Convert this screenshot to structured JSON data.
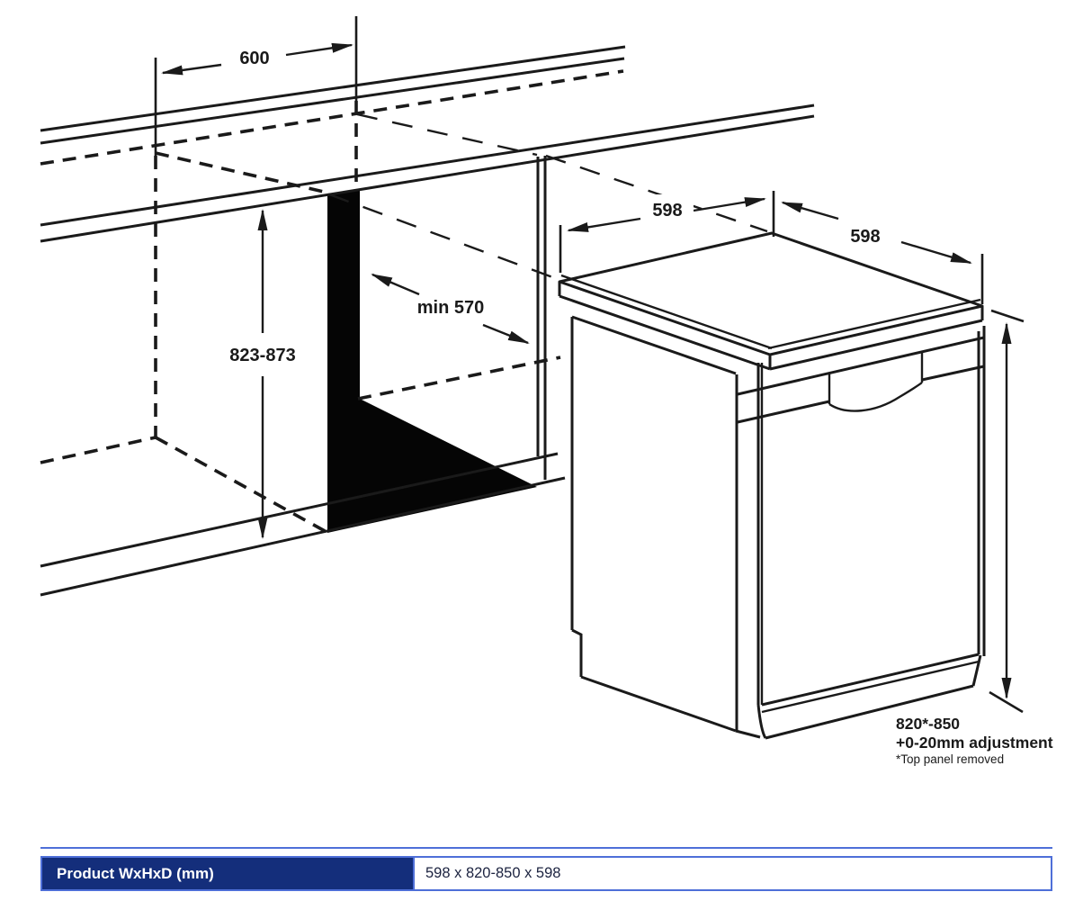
{
  "diagram": {
    "niche": {
      "width_label": "600",
      "height_label": "823-873",
      "depth_label": "min 570"
    },
    "appliance": {
      "width_label": "598",
      "depth_label": "598",
      "height_label": "820*-850",
      "adjustment_label": "+0-20mm adjustment",
      "footnote": "*Top panel removed"
    }
  },
  "table": {
    "header": "Product WxHxD (mm)",
    "value": "598 x 820-850 x 598"
  },
  "colors": {
    "line": "#1a1a1a",
    "table_header_bg": "#142e7b",
    "table_border": "#4e6fd8",
    "table_header_text": "#ffffff",
    "table_value_text": "#1c2340"
  }
}
